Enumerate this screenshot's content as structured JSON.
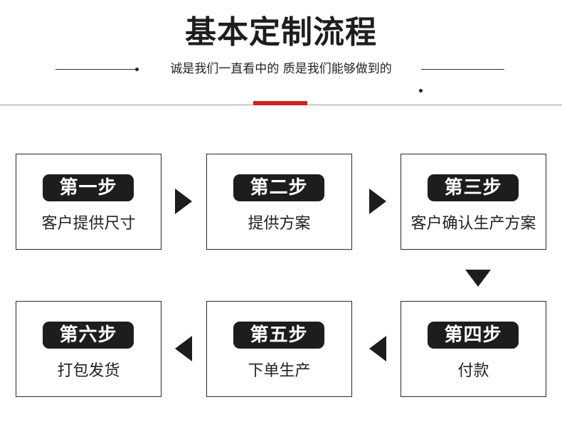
{
  "header": {
    "title": "基本定制流程",
    "subtitle": "诚是我们一直看中的 质是我们能够做到的"
  },
  "steps": [
    {
      "badge": "第一步",
      "label": "客户提供尺寸"
    },
    {
      "badge": "第二步",
      "label": "提供方案"
    },
    {
      "badge": "第三步",
      "label": "客户确认生产方案"
    },
    {
      "badge": "第四步",
      "label": "付款"
    },
    {
      "badge": "第五步",
      "label": "下单生产"
    },
    {
      "badge": "第六步",
      "label": "打包发货"
    }
  ],
  "colors": {
    "accent": "#d51f24",
    "badge_bg": "#1d1d1d",
    "badge_text": "#ffffff",
    "border": "#2a2a2a"
  },
  "icons": {
    "flow_arrow": "triangle"
  }
}
